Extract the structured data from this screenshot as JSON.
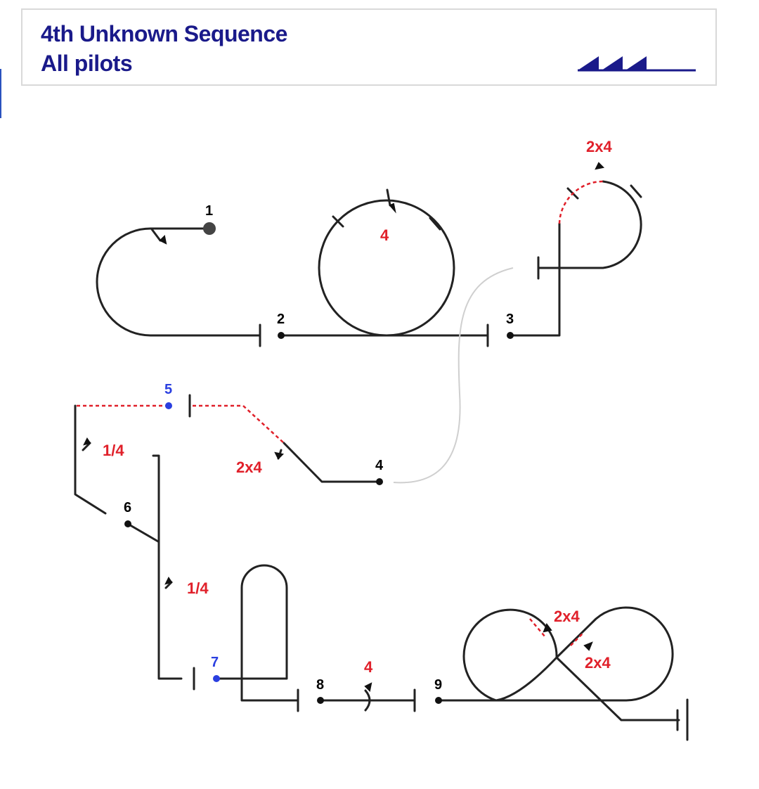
{
  "header": {
    "title": "4th Unknown Sequence",
    "subtitle": "All pilots"
  },
  "colors": {
    "header_text": "#1a1a8a",
    "figure_number": "#000000",
    "highlight_number": "#2a3fe0",
    "roll_label": "#e0202a"
  },
  "figures": [
    {
      "number": "1"
    },
    {
      "number": "2",
      "roll": "4"
    },
    {
      "number": "3",
      "roll": "2x4"
    },
    {
      "number": "4",
      "roll": "2x4"
    },
    {
      "number": "5",
      "roll": "1/4"
    },
    {
      "number": "6",
      "roll": "1/4"
    },
    {
      "number": "7"
    },
    {
      "number": "8",
      "roll": "4"
    },
    {
      "number": "9",
      "roll_a": "2x4",
      "roll_b": "2x4"
    }
  ]
}
